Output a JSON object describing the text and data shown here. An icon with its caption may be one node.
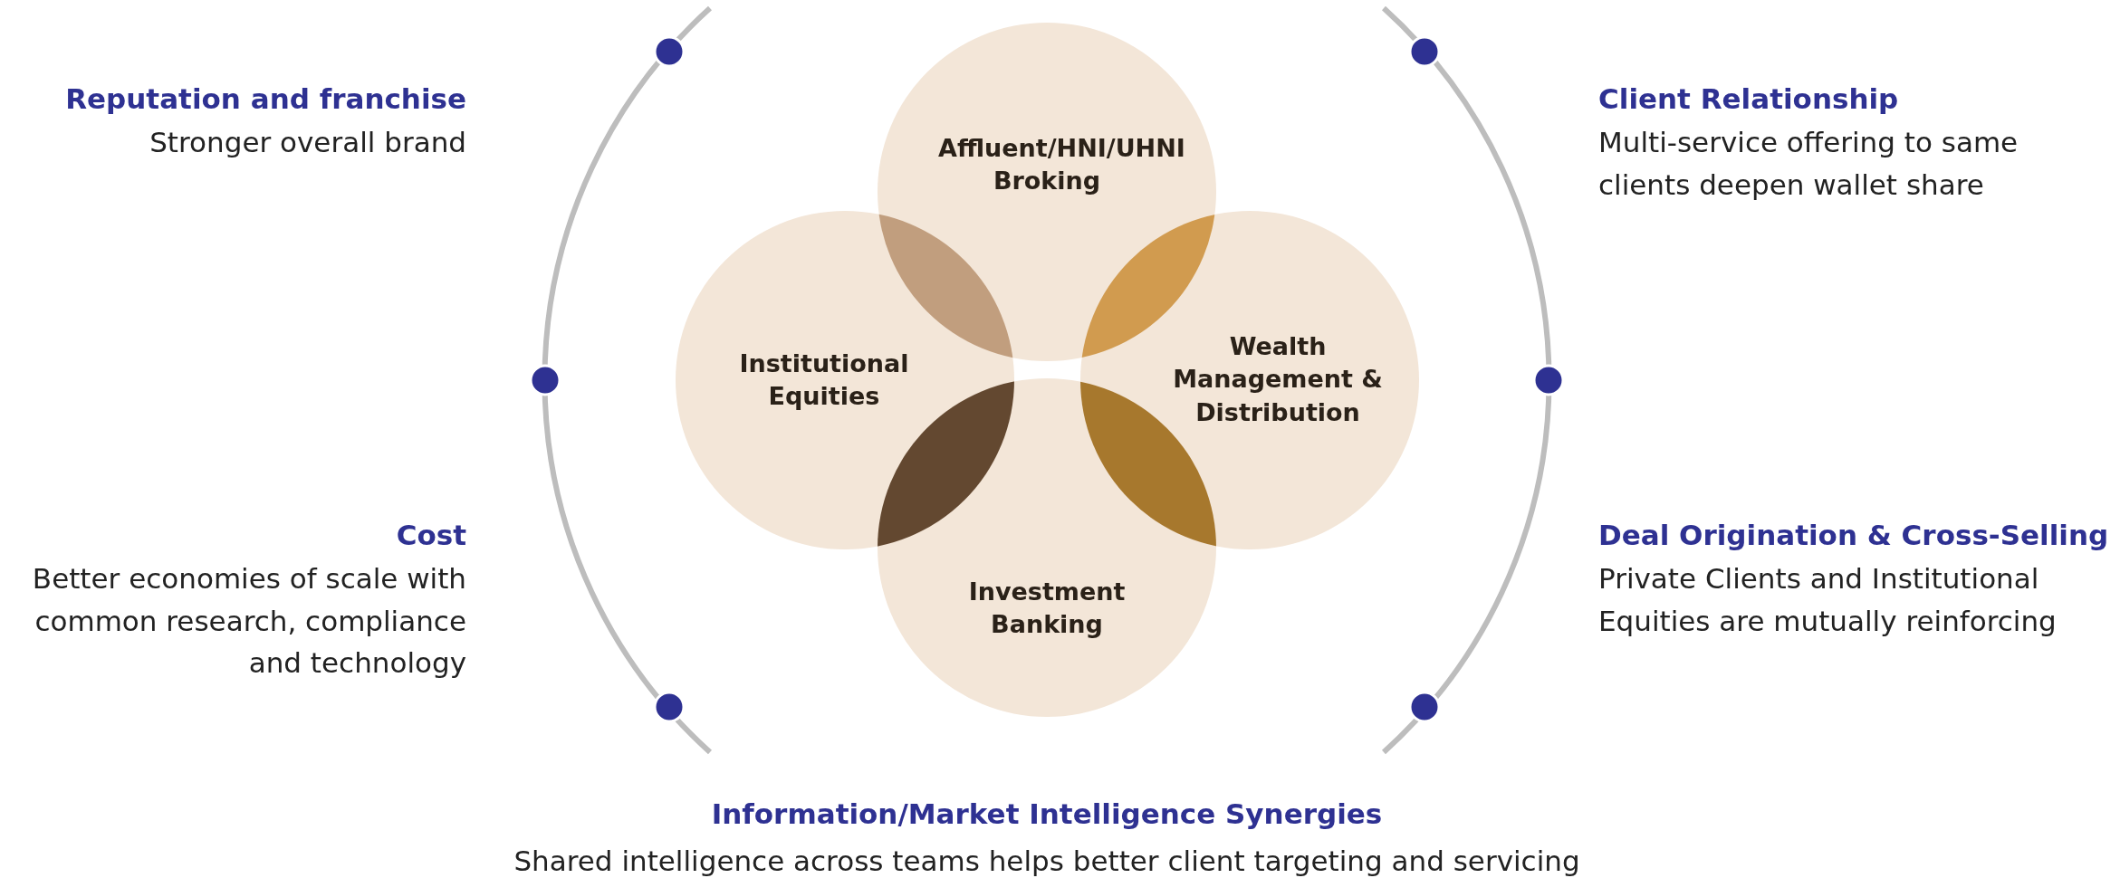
{
  "diagram": {
    "nodes": [
      {
        "text": [
          "Affluent/HNI/UHNI Broking"
        ]
      },
      {
        "text": [
          "Institutional Equities"
        ]
      },
      {
        "text": [
          "Wealth Management & Distribution"
        ]
      },
      {
        "text": [
          "Investment Banking"
        ]
      }
    ],
    "edges": [],
    "labels": [
      "Reputation and franchise",
      "Stronger overall brand",
      "Client Relationship",
      "Multi-service offering to same clients deepen wallet share",
      "Cost",
      "Better economies of scale with common research, compliance and technology",
      "Deal Origination & Cross-Selling",
      "Private Clients and Institutional Equities are mutually reinforcing",
      "Information/Market Intelligence Synergies",
      "Shared intelligence across teams helps better client targeting and servicing"
    ]
  }
}
